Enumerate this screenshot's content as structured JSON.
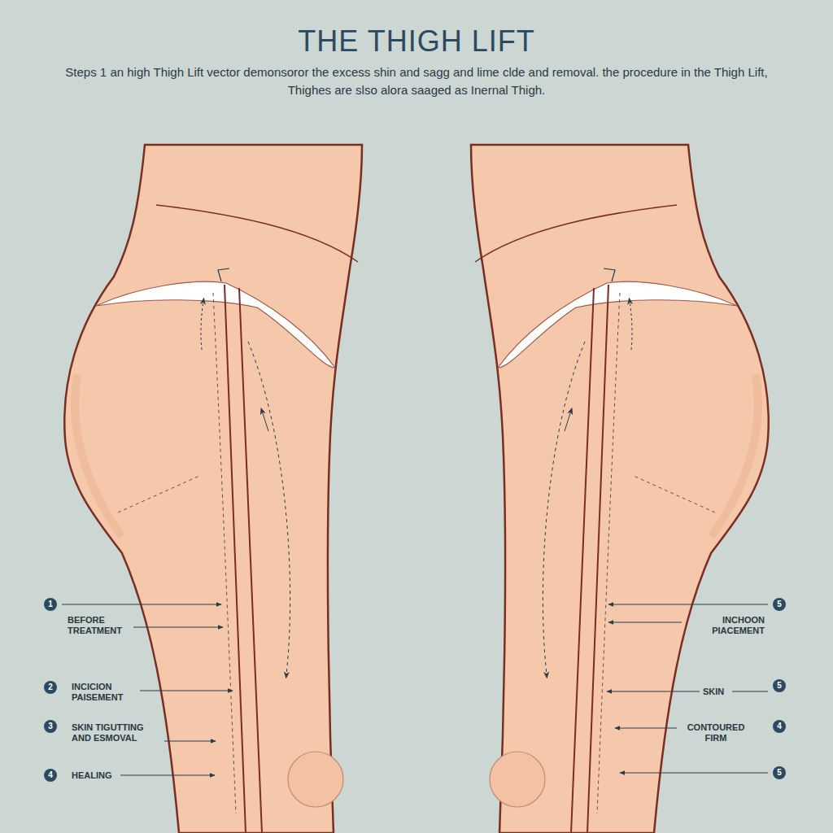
{
  "diagram": {
    "title": "THE THIGH LIFT",
    "labels": [
      "Steps 1 an high Thigh Lift vector demonsoror the excess shin and sagg and lime clde and removal. the procedure in the Thigh Lift, Thighes are slso alora saaged as Inernal Thigh.",
      "1",
      "BEFORE TREATMENT",
      "2",
      "INCICION PAISEMENT",
      "3",
      "SKIN TIGUTTING AND ESMOVAL",
      "4",
      "HEALING",
      "5",
      "INCHOON PIACEMENT",
      "5",
      "SKIN",
      "4",
      "CONTOURED FIRM",
      "5"
    ]
  }
}
